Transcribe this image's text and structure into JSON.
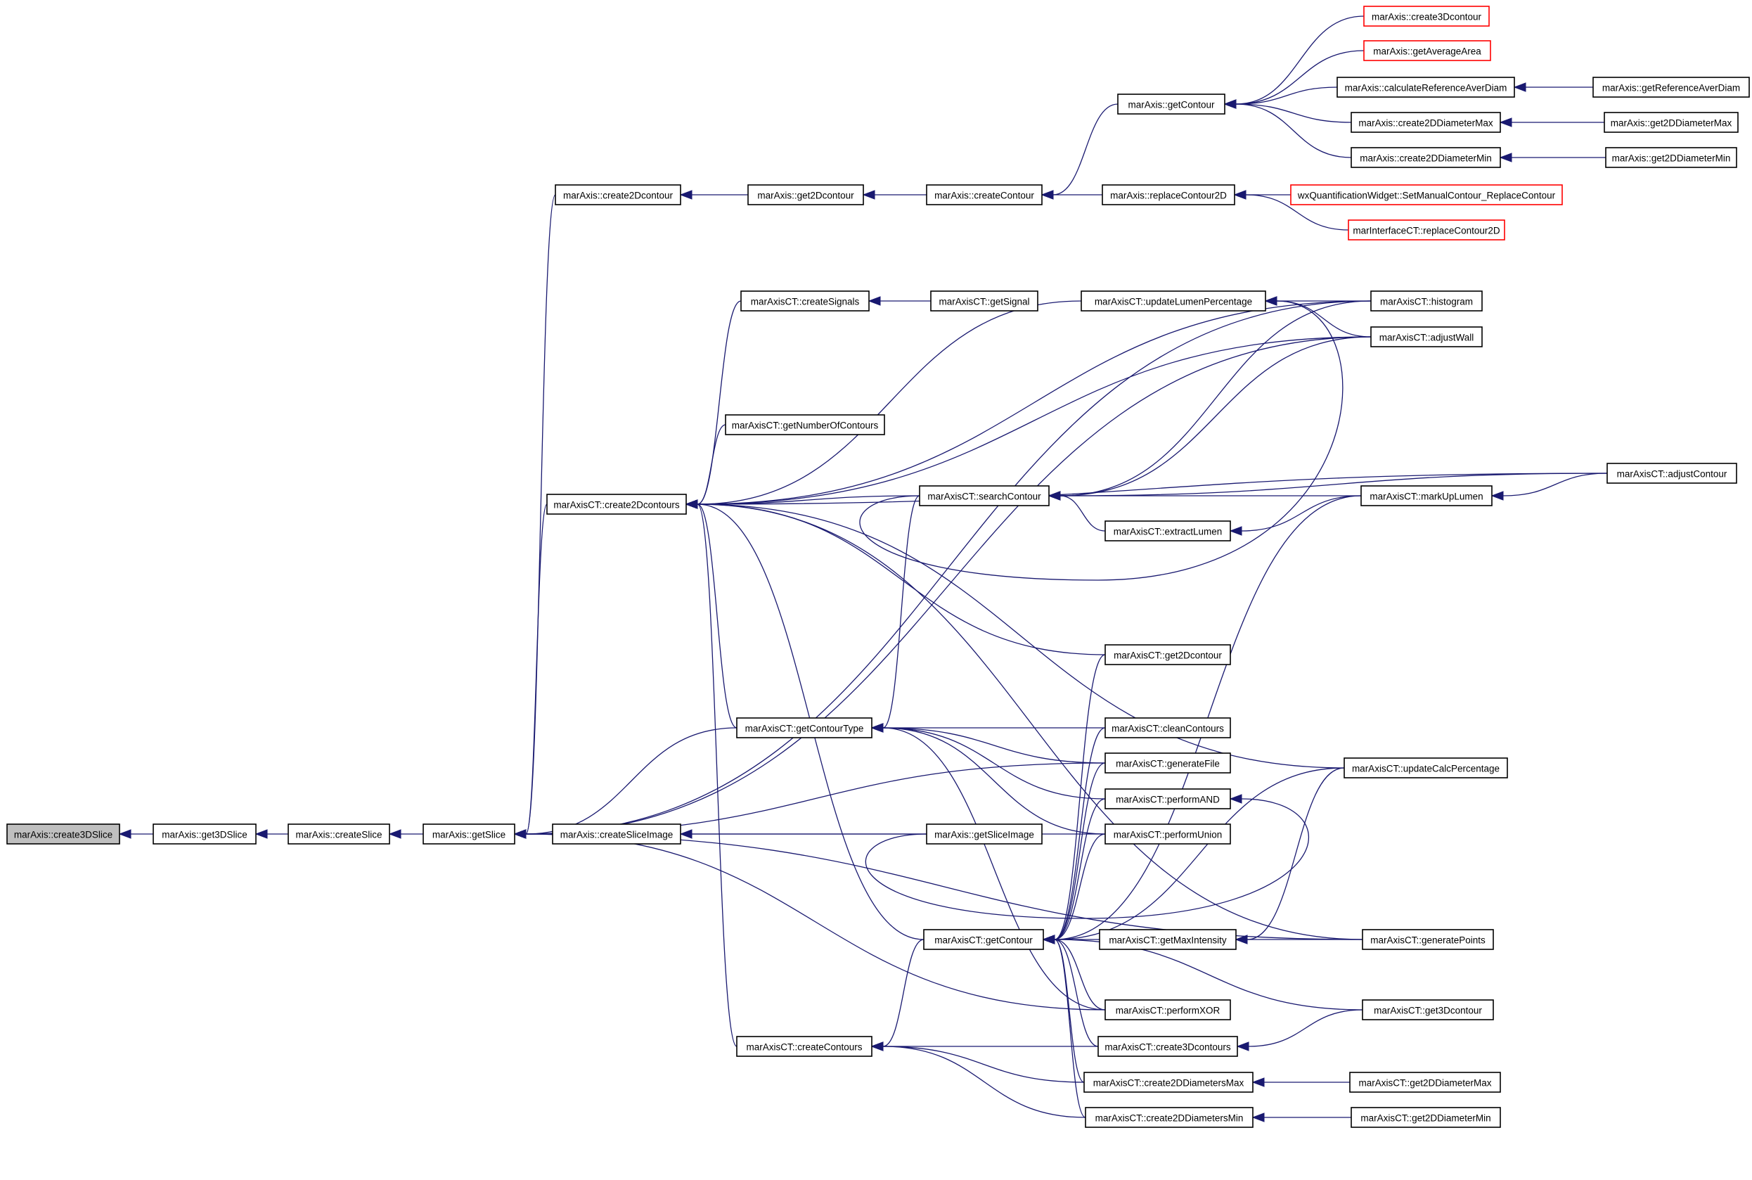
{
  "graph": {
    "edge_color": "#191970",
    "highlight_color": "#ff0000",
    "root_fill": "#bfbfbf",
    "nodes": [
      {
        "id": "root",
        "label": "marAxis::create3DSlice",
        "root": true
      },
      {
        "id": "get3DSlice",
        "label": "marAxis::get3DSlice"
      },
      {
        "id": "createSlice",
        "label": "marAxis::createSlice"
      },
      {
        "id": "getSlice",
        "label": "marAxis::getSlice"
      },
      {
        "id": "create2Dcontour",
        "label": "marAxis::create2Dcontour"
      },
      {
        "id": "ax_get2Dcontour",
        "label": "marAxis::get2Dcontour"
      },
      {
        "id": "createContour",
        "label": "marAxis::createContour"
      },
      {
        "id": "getContour",
        "label": "marAxis::getContour"
      },
      {
        "id": "replaceContour2D",
        "label": "marAxis::replaceContour2D"
      },
      {
        "id": "create3Dcontour",
        "label": "marAxis::create3Dcontour",
        "highlight": true
      },
      {
        "id": "getAverageArea",
        "label": "marAxis::getAverageArea",
        "highlight": true
      },
      {
        "id": "calcRefAverDiam",
        "label": "marAxis::calculateReferenceAverDiam"
      },
      {
        "id": "getRefAverDiam",
        "label": "marAxis::getReferenceAverDiam"
      },
      {
        "id": "ax_create2DDiamMax",
        "label": "marAxis::create2DDiameterMax"
      },
      {
        "id": "ax_get2DDiamMax",
        "label": "marAxis::get2DDiameterMax"
      },
      {
        "id": "ax_create2DDiamMin",
        "label": "marAxis::create2DDiameterMin"
      },
      {
        "id": "ax_get2DDiamMin",
        "label": "marAxis::get2DDiameterMin"
      },
      {
        "id": "wxSetManual",
        "label": "wxQuantificationWidget::SetManualContour_ReplaceContour",
        "highlight": true
      },
      {
        "id": "ifaceReplace",
        "label": "marInterfaceCT::replaceContour2D",
        "highlight": true
      },
      {
        "id": "create2Dcontours",
        "label": "marAxisCT::create2Dcontours"
      },
      {
        "id": "createSignals",
        "label": "marAxisCT::createSignals"
      },
      {
        "id": "getSignal",
        "label": "marAxisCT::getSignal"
      },
      {
        "id": "updateLumenPct",
        "label": "marAxisCT::updateLumenPercentage"
      },
      {
        "id": "histogram",
        "label": "marAxisCT::histogram"
      },
      {
        "id": "adjustWall",
        "label": "marAxisCT::adjustWall"
      },
      {
        "id": "getNumberOfContours",
        "label": "marAxisCT::getNumberOfContours"
      },
      {
        "id": "searchContour",
        "label": "marAxisCT::searchContour"
      },
      {
        "id": "adjustContour",
        "label": "marAxisCT::adjustContour"
      },
      {
        "id": "markUpLumen",
        "label": "marAxisCT::markUpLumen"
      },
      {
        "id": "extractLumen",
        "label": "marAxisCT::extractLumen"
      },
      {
        "id": "ct_get2Dcontour",
        "label": "marAxisCT::get2Dcontour"
      },
      {
        "id": "getContourType",
        "label": "marAxisCT::getContourType"
      },
      {
        "id": "cleanContours",
        "label": "marAxisCT::cleanContours"
      },
      {
        "id": "generateFile",
        "label": "marAxisCT::generateFile"
      },
      {
        "id": "performAND",
        "label": "marAxisCT::performAND"
      },
      {
        "id": "performUnion",
        "label": "marAxisCT::performUnion"
      },
      {
        "id": "updateCalcPct",
        "label": "marAxisCT::updateCalcPercentage"
      },
      {
        "id": "createSliceImage",
        "label": "marAxis::createSliceImage"
      },
      {
        "id": "getSliceImage",
        "label": "marAxis::getSliceImage"
      },
      {
        "id": "ct_getContour",
        "label": "marAxisCT::getContour"
      },
      {
        "id": "getMaxIntensity",
        "label": "marAxisCT::getMaxIntensity"
      },
      {
        "id": "generatePoints",
        "label": "marAxisCT::generatePoints"
      },
      {
        "id": "performXOR",
        "label": "marAxisCT::performXOR"
      },
      {
        "id": "get3Dcontour",
        "label": "marAxisCT::get3Dcontour"
      },
      {
        "id": "createContours",
        "label": "marAxisCT::createContours"
      },
      {
        "id": "create3Dcontours",
        "label": "marAxisCT::create3Dcontours"
      },
      {
        "id": "ct_create2DDiamsMax",
        "label": "marAxisCT::create2DDiametersMax"
      },
      {
        "id": "ct_get2DDiamMax",
        "label": "marAxisCT::get2DDiameterMax"
      },
      {
        "id": "ct_create2DDiamsMin",
        "label": "marAxisCT::create2DDiametersMin"
      },
      {
        "id": "ct_get2DDiamMin",
        "label": "marAxisCT::get2DDiameterMin"
      }
    ],
    "edges": [
      [
        "get3DSlice",
        "root"
      ],
      [
        "createSlice",
        "get3DSlice"
      ],
      [
        "getSlice",
        "createSlice"
      ],
      [
        "create2Dcontour",
        "getSlice"
      ],
      [
        "ax_get2Dcontour",
        "create2Dcontour"
      ],
      [
        "createContour",
        "ax_get2Dcontour"
      ],
      [
        "getContour",
        "createContour"
      ],
      [
        "replaceContour2D",
        "createContour"
      ],
      [
        "create3Dcontour",
        "getContour"
      ],
      [
        "getAverageArea",
        "getContour"
      ],
      [
        "calcRefAverDiam",
        "getContour"
      ],
      [
        "ax_create2DDiamMax",
        "getContour"
      ],
      [
        "ax_create2DDiamMin",
        "getContour"
      ],
      [
        "getRefAverDiam",
        "calcRefAverDiam"
      ],
      [
        "ax_get2DDiamMax",
        "ax_create2DDiamMax"
      ],
      [
        "ax_get2DDiamMin",
        "ax_create2DDiamMin"
      ],
      [
        "wxSetManual",
        "replaceContour2D"
      ],
      [
        "ifaceReplace",
        "replaceContour2D"
      ],
      [
        "create2Dcontours",
        "getSlice"
      ],
      [
        "createSliceImage",
        "getSlice"
      ],
      [
        "histogram",
        "getSlice"
      ],
      [
        "adjustWall",
        "getSlice"
      ],
      [
        "getContourType",
        "getSlice"
      ],
      [
        "performUnion",
        "getSlice"
      ],
      [
        "generateFile",
        "getSlice"
      ],
      [
        "performXOR",
        "getSlice"
      ],
      [
        "generatePoints",
        "getSlice"
      ],
      [
        "getSliceImage",
        "createSliceImage"
      ],
      [
        "createSignals",
        "create2Dcontours"
      ],
      [
        "updateLumenPct",
        "create2Dcontours"
      ],
      [
        "getNumberOfContours",
        "create2Dcontours"
      ],
      [
        "histogram",
        "create2Dcontours"
      ],
      [
        "adjustWall",
        "create2Dcontours"
      ],
      [
        "adjustContour",
        "create2Dcontours"
      ],
      [
        "searchContour",
        "create2Dcontours"
      ],
      [
        "ct_get2Dcontour",
        "create2Dcontours"
      ],
      [
        "getContourType",
        "create2Dcontours"
      ],
      [
        "createContours",
        "create2Dcontours"
      ],
      [
        "updateCalcPct",
        "create2Dcontours"
      ],
      [
        "generatePoints",
        "create2Dcontours"
      ],
      [
        "ct_getContour",
        "create2Dcontours"
      ],
      [
        "getSignal",
        "createSignals"
      ],
      [
        "histogram",
        "updateLumenPct"
      ],
      [
        "adjustWall",
        "updateLumenPct"
      ],
      [
        "searchContour",
        "updateLumenPct"
      ],
      [
        "extractLumen",
        "searchContour"
      ],
      [
        "markUpLumen",
        "searchContour"
      ],
      [
        "adjustContour",
        "searchContour"
      ],
      [
        "histogram",
        "searchContour"
      ],
      [
        "adjustWall",
        "searchContour"
      ],
      [
        "adjustContour",
        "markUpLumen"
      ],
      [
        "markUpLumen",
        "extractLumen"
      ],
      [
        "cleanContours",
        "getContourType"
      ],
      [
        "generateFile",
        "getContourType"
      ],
      [
        "performAND",
        "getContourType"
      ],
      [
        "performUnion",
        "getContourType"
      ],
      [
        "performXOR",
        "getContourType"
      ],
      [
        "searchContour",
        "getContourType"
      ],
      [
        "getSliceImage",
        "performAND"
      ],
      [
        "ct_get2Dcontour",
        "ct_getContour"
      ],
      [
        "cleanContours",
        "ct_getContour"
      ],
      [
        "generateFile",
        "ct_getContour"
      ],
      [
        "performAND",
        "ct_getContour"
      ],
      [
        "performUnion",
        "ct_getContour"
      ],
      [
        "getMaxIntensity",
        "ct_getContour"
      ],
      [
        "performXOR",
        "ct_getContour"
      ],
      [
        "create3Dcontours",
        "ct_getContour"
      ],
      [
        "ct_create2DDiamsMax",
        "ct_getContour"
      ],
      [
        "ct_create2DDiamsMin",
        "ct_getContour"
      ],
      [
        "updateCalcPct",
        "ct_getContour"
      ],
      [
        "markUpLumen",
        "ct_getContour"
      ],
      [
        "get3Dcontour",
        "ct_getContour"
      ],
      [
        "generatePoints",
        "getMaxIntensity"
      ],
      [
        "updateCalcPct",
        "getMaxIntensity"
      ],
      [
        "ct_getContour",
        "createContours"
      ],
      [
        "create3Dcontours",
        "createContours"
      ],
      [
        "ct_create2DDiamsMax",
        "createContours"
      ],
      [
        "ct_create2DDiamsMin",
        "createContours"
      ],
      [
        "get3Dcontour",
        "create3Dcontours"
      ],
      [
        "ct_get2DDiamMax",
        "ct_create2DDiamsMax"
      ],
      [
        "ct_get2DDiamMin",
        "ct_create2DDiamsMin"
      ]
    ]
  }
}
